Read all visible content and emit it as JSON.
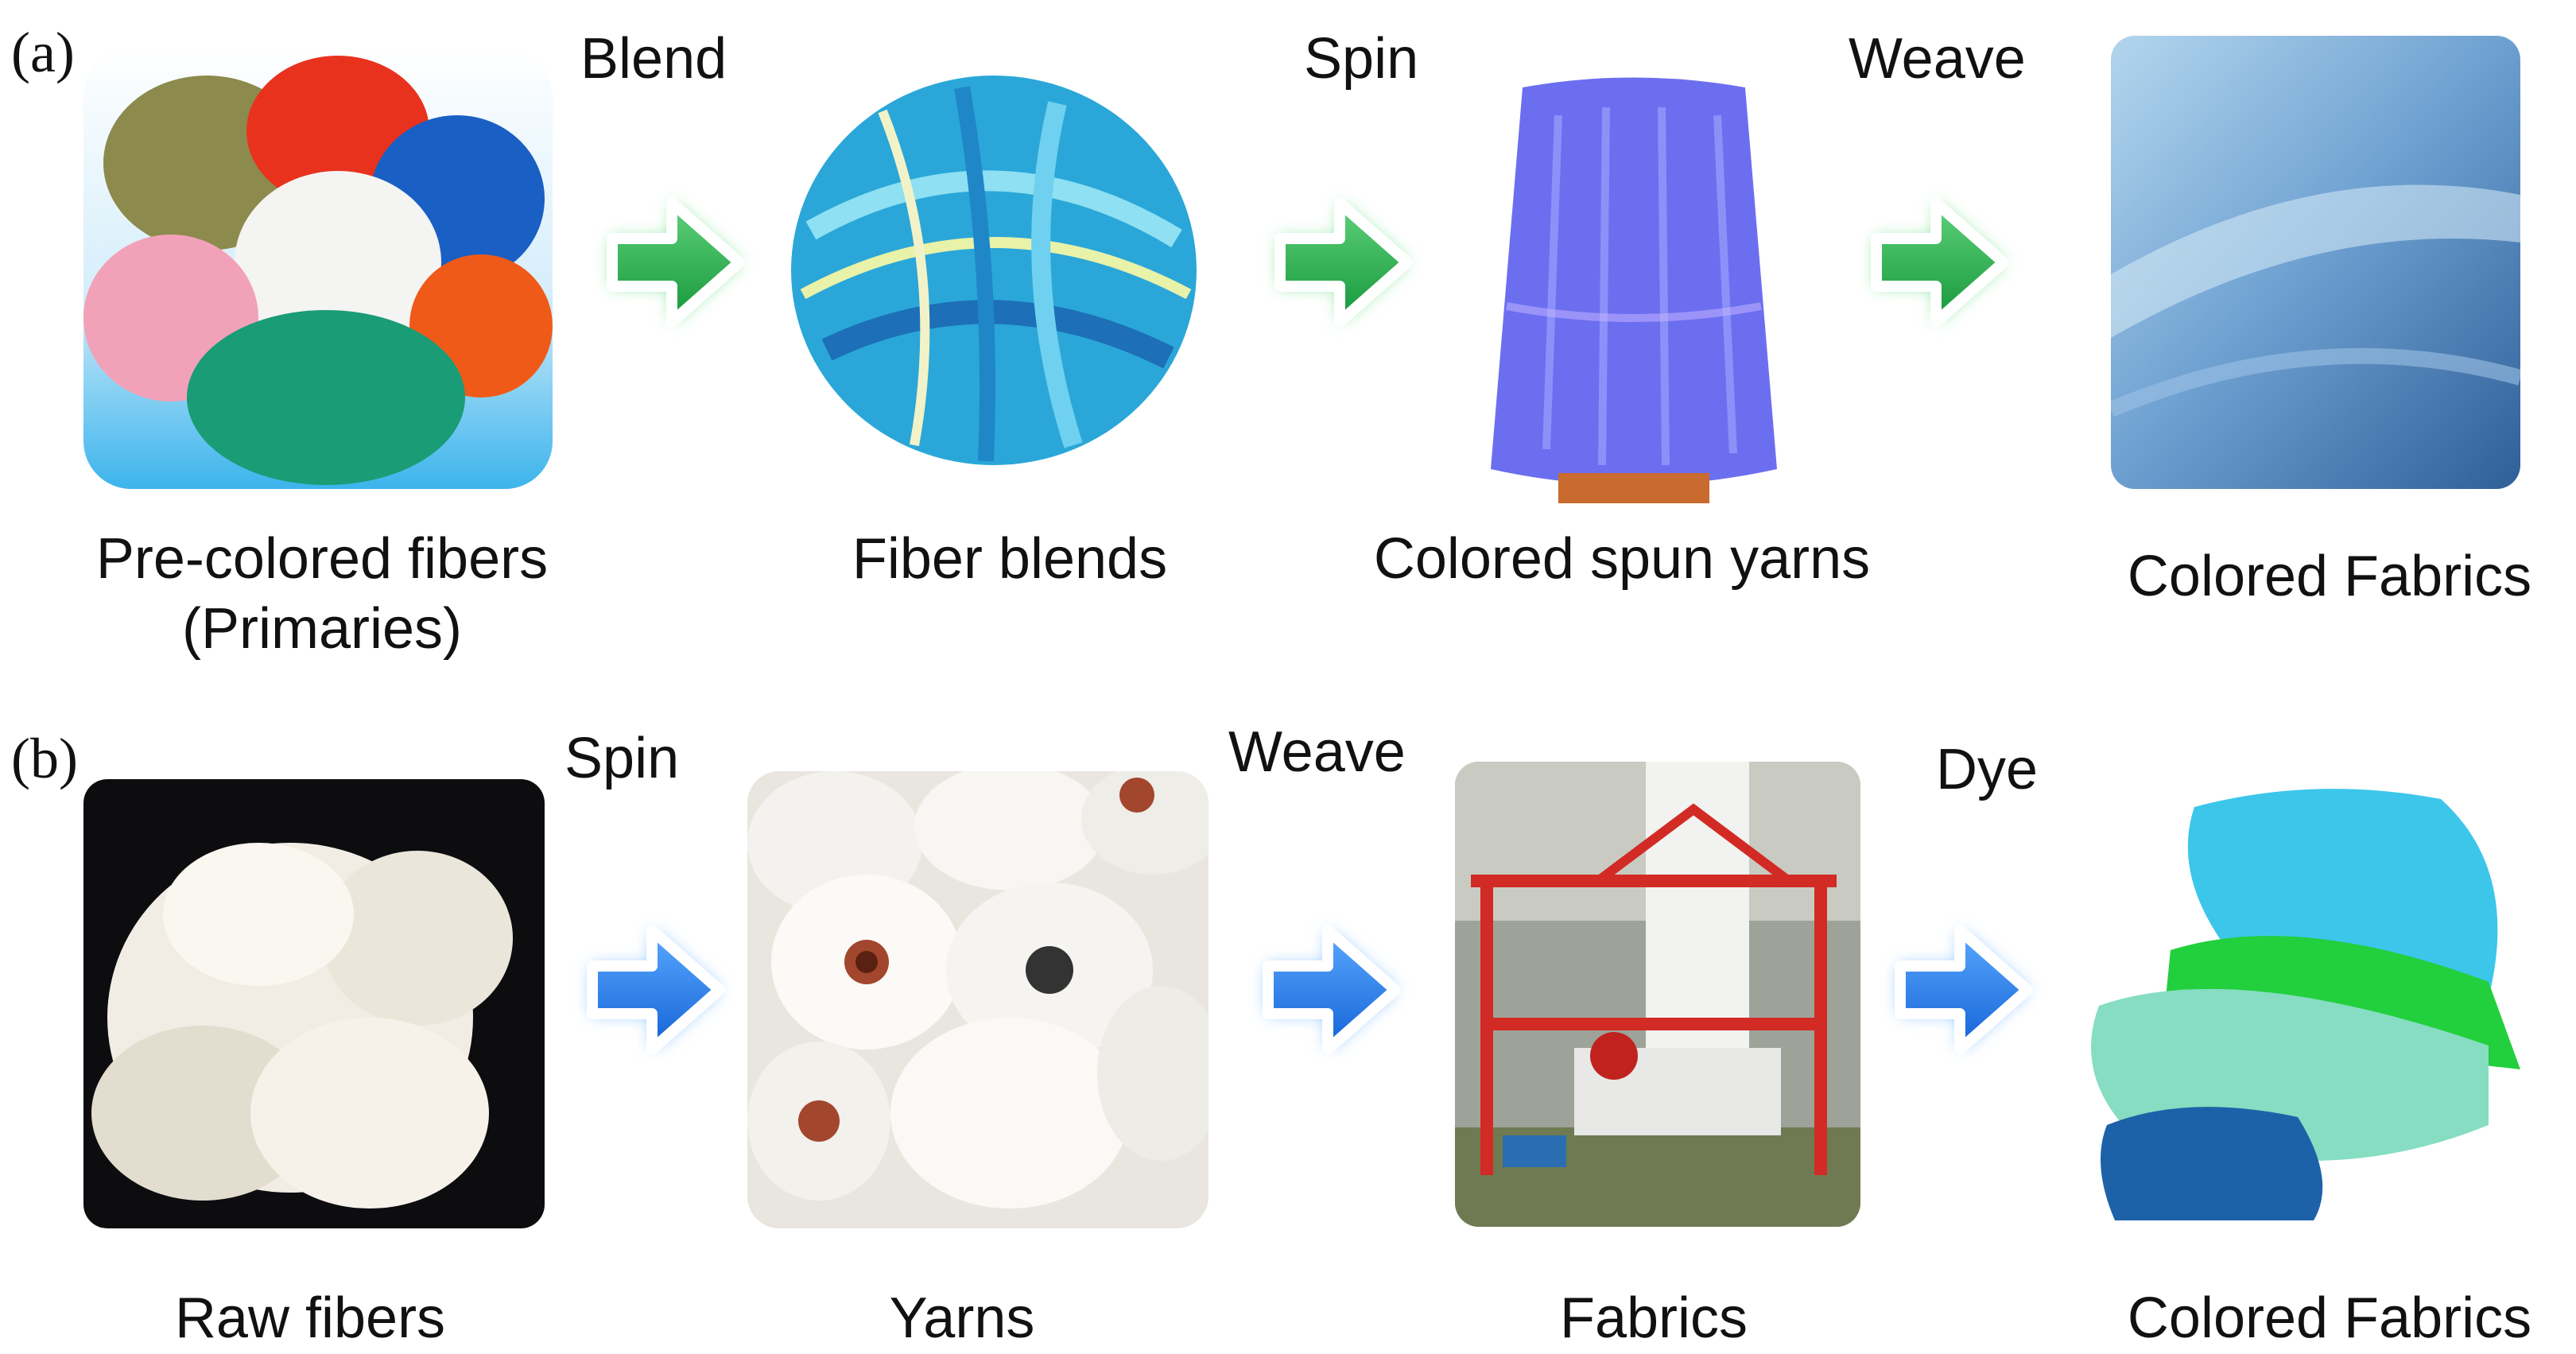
{
  "panel_a": {
    "label": "(a)",
    "steps": [
      "Blend",
      "Spin",
      "Weave"
    ],
    "items": [
      {
        "caption_line1": "Pre-colored fibers",
        "caption_line2": "(Primaries)",
        "image": "pre-colored-fibers-photo"
      },
      {
        "caption_line1": "Fiber blends",
        "image": "fiber-blend-ball-photo"
      },
      {
        "caption_line1": "Colored spun yarns",
        "image": "yarn-cone-photo"
      },
      {
        "caption_line1": "Colored Fabrics",
        "image": "denim-fabric-photo"
      }
    ],
    "arrow_color": "#21a845"
  },
  "panel_b": {
    "label": "(b)",
    "steps": [
      "Spin",
      "Weave",
      "Dye"
    ],
    "items": [
      {
        "caption_line1": "Raw fibers",
        "image": "raw-fibers-photo"
      },
      {
        "caption_line1": "Yarns",
        "image": "yarn-bobbins-photo"
      },
      {
        "caption_line1": "Fabrics",
        "image": "weaving-machine-photo"
      },
      {
        "caption_line1": "Colored Fabrics",
        "image": "folded-colored-fabrics-photo"
      }
    ],
    "arrow_color": "#1f78e8"
  }
}
